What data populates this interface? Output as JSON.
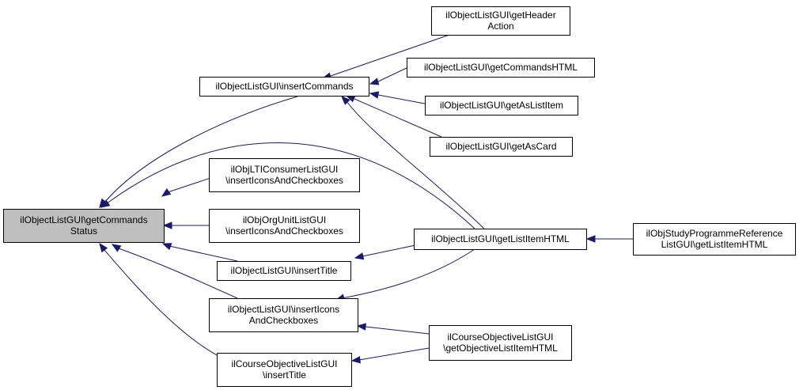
{
  "diagram": {
    "fill": "#ffffff",
    "highlight_fill": "#bfbfbf",
    "edge_color": "#191970",
    "nodes": [
      {
        "id": "get-commands-status",
        "lines": [
          "ilObjectListGUI\\getCommands",
          "Status"
        ],
        "highlight": true
      },
      {
        "id": "insert-commands",
        "lines": [
          "ilObjectListGUI\\insertCommands"
        ]
      },
      {
        "id": "lti-insert-icons",
        "lines": [
          "ilObjLTIConsumerListGUI",
          "\\insertIconsAndCheckboxes"
        ]
      },
      {
        "id": "orgunit-insert-icons",
        "lines": [
          "ilObjOrgUnitListGUI",
          "\\insertIconsAndCheckboxes"
        ]
      },
      {
        "id": "insert-title",
        "lines": [
          "ilObjectListGUI\\insertTitle"
        ]
      },
      {
        "id": "insert-icons",
        "lines": [
          "ilObjectListGUI\\insertIcons",
          "AndCheckboxes"
        ]
      },
      {
        "id": "course-insert-title",
        "lines": [
          "ilCourseObjectiveListGUI",
          "\\insertTitle"
        ]
      },
      {
        "id": "get-header-action",
        "lines": [
          "ilObjectListGUI\\getHeader",
          "Action"
        ]
      },
      {
        "id": "get-commands-html",
        "lines": [
          "ilObjectListGUI\\getCommandsHTML"
        ]
      },
      {
        "id": "get-as-list-item",
        "lines": [
          "ilObjectListGUI\\getAsListItem"
        ]
      },
      {
        "id": "get-as-card",
        "lines": [
          "ilObjectListGUI\\getAsCard"
        ]
      },
      {
        "id": "get-list-item-html",
        "lines": [
          "ilObjectListGUI\\getListItemHTML"
        ]
      },
      {
        "id": "course-get-objective",
        "lines": [
          "ilCourseObjectiveListGUI",
          "\\getObjectiveListItemHTML"
        ]
      },
      {
        "id": "study-programme",
        "lines": [
          "ilObjStudyProgrammeReference",
          "ListGUI\\getListItemHTML"
        ]
      }
    ],
    "edges": [
      {
        "from": "insert-commands",
        "to": "get-commands-status"
      },
      {
        "from": "get-list-item-html",
        "to": "get-commands-status"
      },
      {
        "from": "lti-insert-icons",
        "to": "get-commands-status"
      },
      {
        "from": "orgunit-insert-icons",
        "to": "get-commands-status"
      },
      {
        "from": "insert-title",
        "to": "get-commands-status"
      },
      {
        "from": "insert-icons",
        "to": "get-commands-status"
      },
      {
        "from": "course-insert-title",
        "to": "get-commands-status"
      },
      {
        "from": "get-header-action",
        "to": "insert-commands"
      },
      {
        "from": "get-commands-html",
        "to": "insert-commands"
      },
      {
        "from": "get-as-list-item",
        "to": "insert-commands"
      },
      {
        "from": "get-as-card",
        "to": "insert-commands"
      },
      {
        "from": "get-list-item-html",
        "to": "insert-commands"
      },
      {
        "from": "get-list-item-html",
        "to": "insert-title"
      },
      {
        "from": "get-list-item-html",
        "to": "insert-icons"
      },
      {
        "from": "course-get-objective",
        "to": "insert-icons"
      },
      {
        "from": "course-get-objective",
        "to": "course-insert-title"
      },
      {
        "from": "study-programme",
        "to": "get-list-item-html"
      }
    ]
  }
}
